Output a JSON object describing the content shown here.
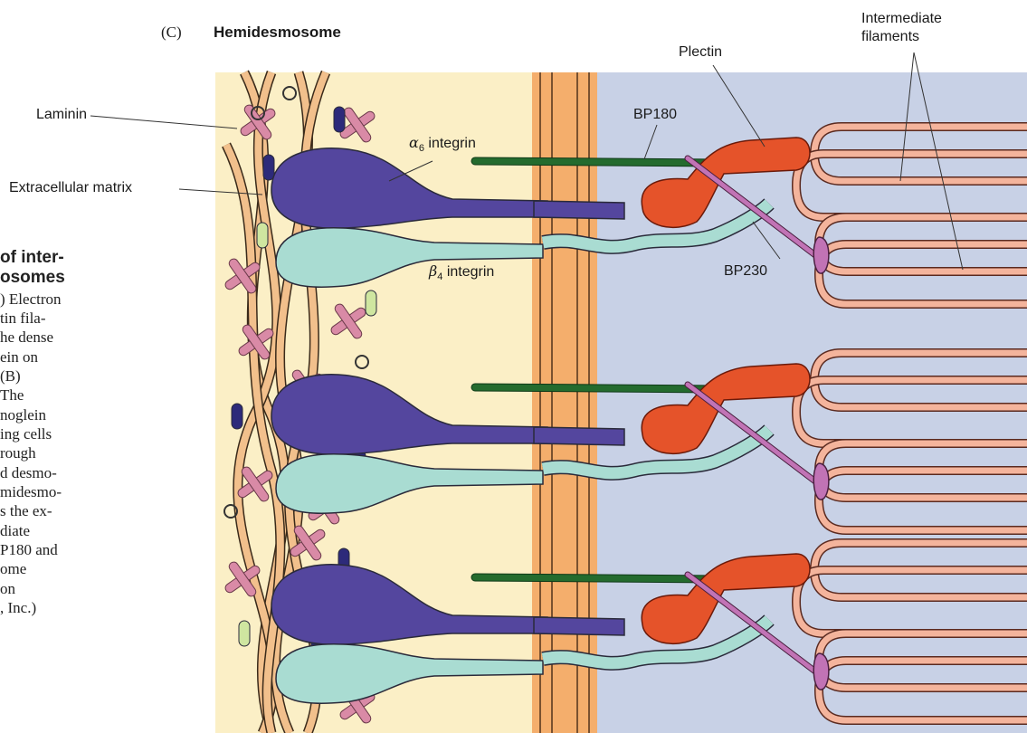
{
  "panel_letter": "(C)",
  "title": "Hemidesmosome",
  "labels": {
    "laminin": "Laminin",
    "extracellular_matrix": "Extracellular matrix",
    "alpha6_integrin": "integrin",
    "alpha_symbol": "α",
    "alpha_sub": "6",
    "beta4_integrin": "integrin",
    "beta_symbol": "β",
    "beta_sub": "4",
    "bp180": "BP180",
    "bp230": "BP230",
    "plectin": "Plectin",
    "intermediate_filaments_line1": "Intermediate",
    "intermediate_filaments_line2": "filaments"
  },
  "caption": {
    "heading_lines": [
      "of inter-",
      "osomes"
    ],
    "body_lines": [
      ") Electron",
      "tin fila-",
      "he dense",
      "ein on",
      "(B)",
      "The",
      "noglein",
      "ing cells",
      "rough",
      "d desmo-",
      "midesmo-",
      "s the ex-",
      "diate",
      "P180 and",
      "ome",
      "on",
      ", Inc.)"
    ]
  },
  "colors": {
    "matrix_bg": "#fbefc6",
    "membrane": "#f4ae6c",
    "cytoplasm": "#c8d1e6",
    "alpha6": "#54469e",
    "beta4": "#a9dcd2",
    "bp180": "#246b2e",
    "bp230": "#c173b5",
    "plectin": "#e5532a",
    "filament": "#f4b49c",
    "laminin": "#d98aa6",
    "fiber": "#f2c08c"
  }
}
